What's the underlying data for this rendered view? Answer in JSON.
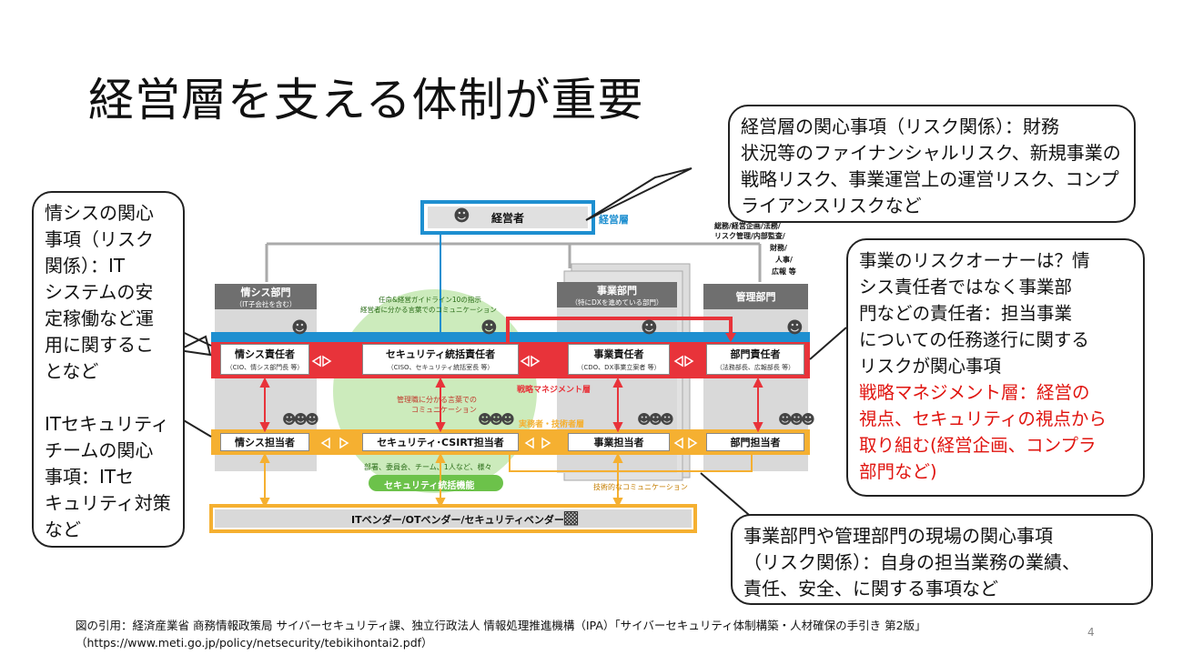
{
  "title": "経営層を支える体制が重要",
  "callouts": {
    "exec": [
      "経営層の関心事項（リスク関係）：財務",
      "状況等のファイナンシャルリスク、新規事業の",
      "戦略リスク、事業運営上の運営リスク、コンプ",
      "ライアンスリスクなど"
    ],
    "left_1": [
      "情シスの関心",
      "事項（リスク",
      "関係）：IT",
      "システムの安",
      "定稼働など運",
      "用に関するこ",
      "となど"
    ],
    "left_2": [
      "ITセキュリティ",
      "チームの関心",
      "事項：ITセ",
      "キュリティ対策",
      "など"
    ],
    "right_black": [
      "事業のリスクオーナーは？情",
      "シス責任者ではなく事業部",
      "門などの責任者：担当事業",
      "についての任務遂行に関する",
      "リスクが関心事項"
    ],
    "right_red": [
      "戦略マネジメント層：経営の",
      "視点、セキュリティの視点から",
      "取り組む(経営企画、コンプラ",
      "部門など)"
    ],
    "bottom": [
      "事業部門や管理部門の現場の関心事項",
      "（リスク関係）：自身の担当業務の業績、",
      "責任、安全、に関する事項など"
    ]
  },
  "diagram": {
    "exec_box": "経営者",
    "exec_layer": "経営層",
    "admin_note": [
      "総務/経営企画/法務/",
      "リスク管理/内部監査/",
      "財務/",
      "人事/",
      "広報 等"
    ],
    "columns": [
      {
        "head": "情シス部門",
        "sub": "（IT子会社を含む）"
      },
      {
        "head": "事業部門",
        "sub": "（特にDXを進めている部門）"
      },
      {
        "head": "管理部門",
        "sub": ""
      }
    ],
    "circle_text": [
      "任命&経営ガイドライン10の指示",
      "経営者に分かる言葉でのコミュニケーション"
    ],
    "managers": [
      {
        "main": "情シス責任者",
        "sub": "（CIO、情シス部門長 等）"
      },
      {
        "main": "セキュリティ統括責任者",
        "sub": "（CISO、セキュリティ統括室長 等）"
      },
      {
        "main": "事業責任者",
        "sub": "（CDO、DX事業立案者 等）"
      },
      {
        "main": "部門責任者",
        "sub": "（法務部長、広報部長 等）"
      }
    ],
    "strategy_layer": "戦略マネジメント層",
    "middle_comm": [
      "管理職に分かる言葉での",
      "コミュニケーション"
    ],
    "practitioner_layer": "実務者・技術者層",
    "staff": [
      "情シス担当者",
      "セキュリティ･CSIRT担当者",
      "事業担当者",
      "部門担当者"
    ],
    "circle_bottom": "部署、委員会、チーム、1人など、様々",
    "security_function": "セキュリティ統括機能",
    "tech_comm": "技術的なコミュニケーション",
    "vendor": "ITベンダー/OTベンダー/セキュリティベンダー"
  },
  "footer": {
    "line1": "図の引用：経済産業省 商務情報政策局 サイバーセキュリティ課、独立行政法人 情報処理推進機構（IPA）「サイバーセキュリティ体制構築・人材確保の手引き 第2版」",
    "line2": "（https://www.meti.go.jp/policy/netsecurity/tebikihontai2.pdf）",
    "page": "4"
  },
  "colors": {
    "red": "#e8333a",
    "blue": "#1e8fd0",
    "orange": "#f5b031",
    "green": "#8ed26a",
    "gray": "#6f6f6f"
  }
}
